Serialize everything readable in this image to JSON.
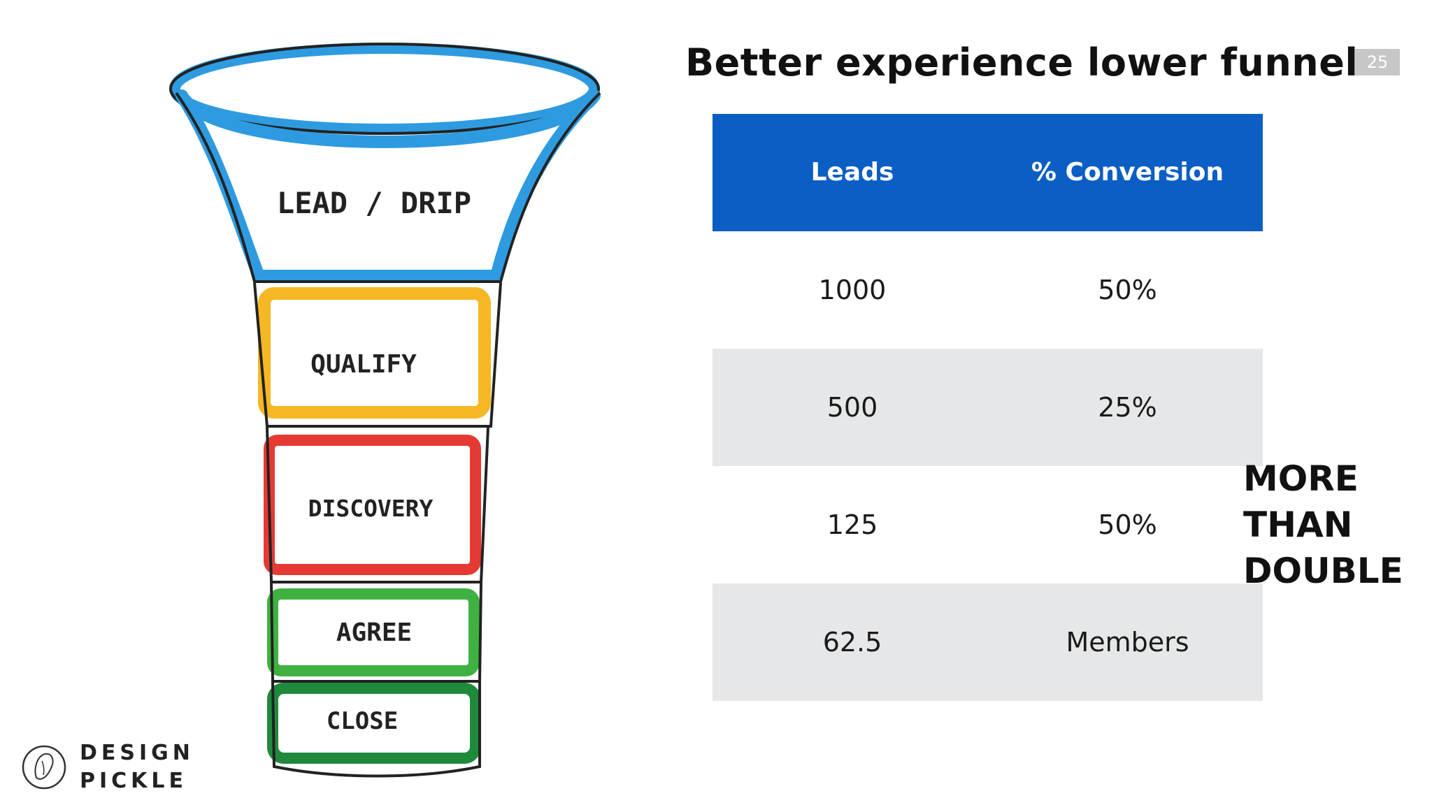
{
  "slide": {
    "title": "Better experience lower funnel",
    "page_number": "25"
  },
  "funnel": {
    "stages": [
      {
        "label": "LEAD / DRIP",
        "color": "#2e9be0"
      },
      {
        "label": "QUALIFY",
        "color": "#f5b824"
      },
      {
        "label": "DISCOVERY",
        "color": "#e53a34"
      },
      {
        "label": "AGREE",
        "color": "#3fb140"
      },
      {
        "label": "CLOSE",
        "color": "#1f8a3c"
      }
    ]
  },
  "table": {
    "headers": [
      "Leads",
      "% Conversion"
    ],
    "rows": [
      {
        "leads": "1000",
        "conversion": "50%"
      },
      {
        "leads": "500",
        "conversion": "25%"
      },
      {
        "leads": "125",
        "conversion": "50%"
      },
      {
        "leads": "62.5",
        "conversion": "Members"
      }
    ],
    "header_color": "#0b5ec4",
    "shade_color": "#e6e7e8"
  },
  "callout": {
    "lines": [
      "MORE",
      "THAN",
      "DOUBLE"
    ]
  },
  "logo": {
    "line1": "DESIGN",
    "line2": "PICKLE"
  }
}
